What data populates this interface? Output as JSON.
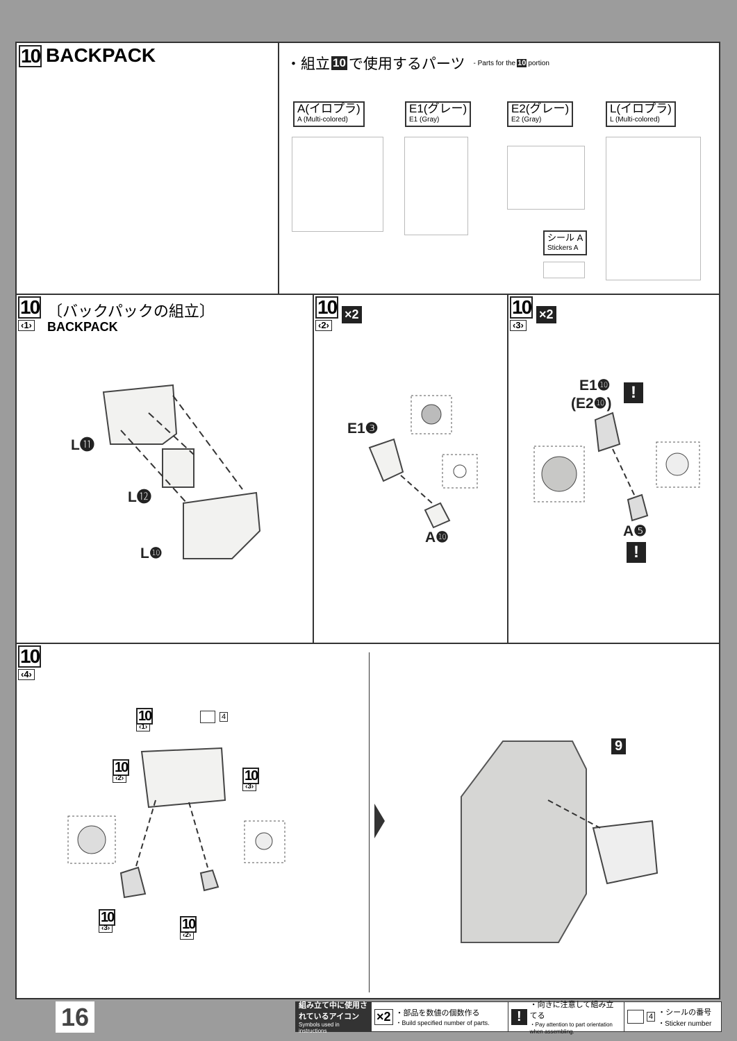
{
  "step_header": {
    "number": "10",
    "title": "BACKPACK"
  },
  "parts_used": {
    "title_jp_pre": "・組立",
    "step": "10",
    "title_jp_post": "で使用するパーツ",
    "title_en_pre": "- Parts for the",
    "title_en_post": "portion",
    "runners": [
      {
        "jp": "A(イロプラ)",
        "en": "A (Multi-colored)"
      },
      {
        "jp": "E1(グレー)",
        "en": "E1 (Gray)"
      },
      {
        "jp": "E2(グレー)",
        "en": "E2 (Gray)"
      },
      {
        "jp": "L(イロプラ)",
        "en": "L (Multi-colored)"
      }
    ],
    "sticker": {
      "jp": "シール A",
      "en": "Stickers A"
    }
  },
  "steps": [
    {
      "num": "10",
      "sub": "‹1›",
      "title_jp": "〔バックパックの組立〕",
      "title_en": "BACKPACK",
      "labels": [
        "L⓫",
        "L⓬",
        "L❿"
      ]
    },
    {
      "num": "10",
      "sub": "‹2›",
      "multiplier": "×2",
      "labels": [
        "E1❸",
        "A❿"
      ]
    },
    {
      "num": "10",
      "sub": "‹3›",
      "multiplier": "×2",
      "labels": [
        "E1❿",
        "(E2❿)",
        "A❺"
      ]
    },
    {
      "num": "10",
      "sub": "‹4›",
      "refs": [
        {
          "num": "10",
          "sub": "‹1›"
        },
        {
          "num": "10",
          "sub": "‹2›"
        },
        {
          "num": "10",
          "sub": "‹3›"
        },
        {
          "num": "10",
          "sub": "‹3›"
        },
        {
          "num": "10",
          "sub": "‹2›"
        }
      ],
      "sticker_number": "4"
    },
    {
      "ref": "9"
    }
  ],
  "page_number": "16",
  "legend": {
    "title_jp": "組み立て中に使用されているアイコン",
    "title_en": "Symbols used in instructions",
    "items": [
      {
        "icon": "×2",
        "jp": "・部品を数値の個数作る",
        "en": "・Build specified number of parts."
      },
      {
        "icon": "!",
        "jp": "・向きに注意して組み立てる",
        "en": "・Pay attention to part orientation when assembling."
      },
      {
        "icon": "4",
        "jp": "・シールの番号",
        "en": "・Sticker number"
      }
    ]
  },
  "colors": {
    "background": "#9c9c9c",
    "part_gray": "#8a8a86",
    "ink": "#222222"
  }
}
